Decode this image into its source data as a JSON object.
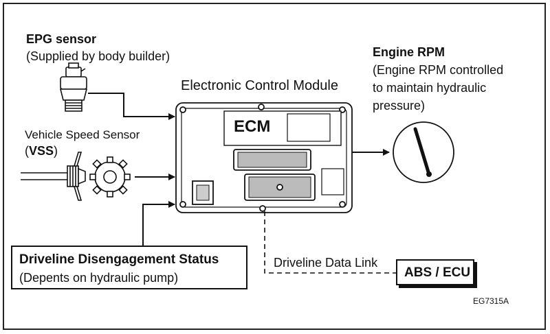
{
  "epg": {
    "title": "EPG sensor",
    "subtitle": "(Supplied by body builder)"
  },
  "vss": {
    "line1": "Vehicle Speed Sensor",
    "abbr": "VSS",
    "open_paren": "(",
    "close_paren": ")"
  },
  "ecm": {
    "caption": "Electronic Control Module",
    "label": "ECM"
  },
  "engine_rpm": {
    "title": "Engine RPM",
    "line1": "(Engine RPM controlled",
    "line2": "to maintain hydraulic",
    "line3": "pressure)"
  },
  "driveline_status": {
    "title": "Driveline Disengagement Status",
    "subtitle": "(Depents on hydraulic pump)"
  },
  "data_link": {
    "label": "Driveline Data Link"
  },
  "abs_ecu": {
    "label": "ABS / ECU"
  },
  "figure_code": "EG7315A",
  "colors": {
    "line": "#111111",
    "background": "#ffffff"
  }
}
